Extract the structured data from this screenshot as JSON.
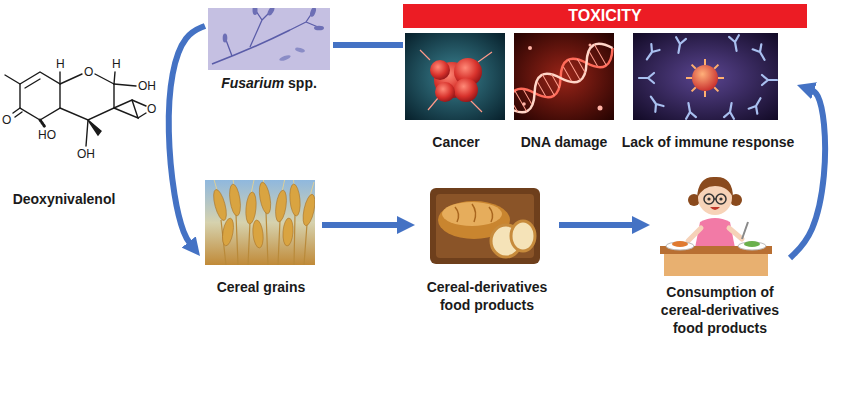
{
  "diagram": {
    "nodes": [
      {
        "text": [
          "Fusarium spp."
        ]
      },
      {
        "text": [
          "TOXICITY"
        ]
      },
      {
        "text": [
          "Cancer"
        ],
        "in": 1
      },
      {
        "text": [
          "DNA damage"
        ],
        "in": 1
      },
      {
        "text": [
          "Lack of immune response"
        ],
        "in": 1
      },
      {
        "text": [
          "Deoxynivalenol"
        ]
      },
      {
        "text": [
          "Cereal grains"
        ]
      },
      {
        "text": [
          "Cereal-derivatives food products"
        ]
      },
      {
        "text": [
          "Consumption of cereal-derivatives food products"
        ]
      }
    ],
    "edges": [
      {
        "from": 0,
        "to": 1,
        "arrow": "none"
      },
      {
        "from": 0,
        "to": 6,
        "arrow": "to"
      },
      {
        "from": 6,
        "to": 7,
        "arrow": "to"
      },
      {
        "from": 7,
        "to": 8,
        "arrow": "to"
      },
      {
        "from": 8,
        "to": 4,
        "arrow": "to"
      }
    ],
    "labels": [
      "H",
      "O",
      "H",
      "OH",
      "O",
      "HO",
      "OH",
      "O"
    ]
  }
}
